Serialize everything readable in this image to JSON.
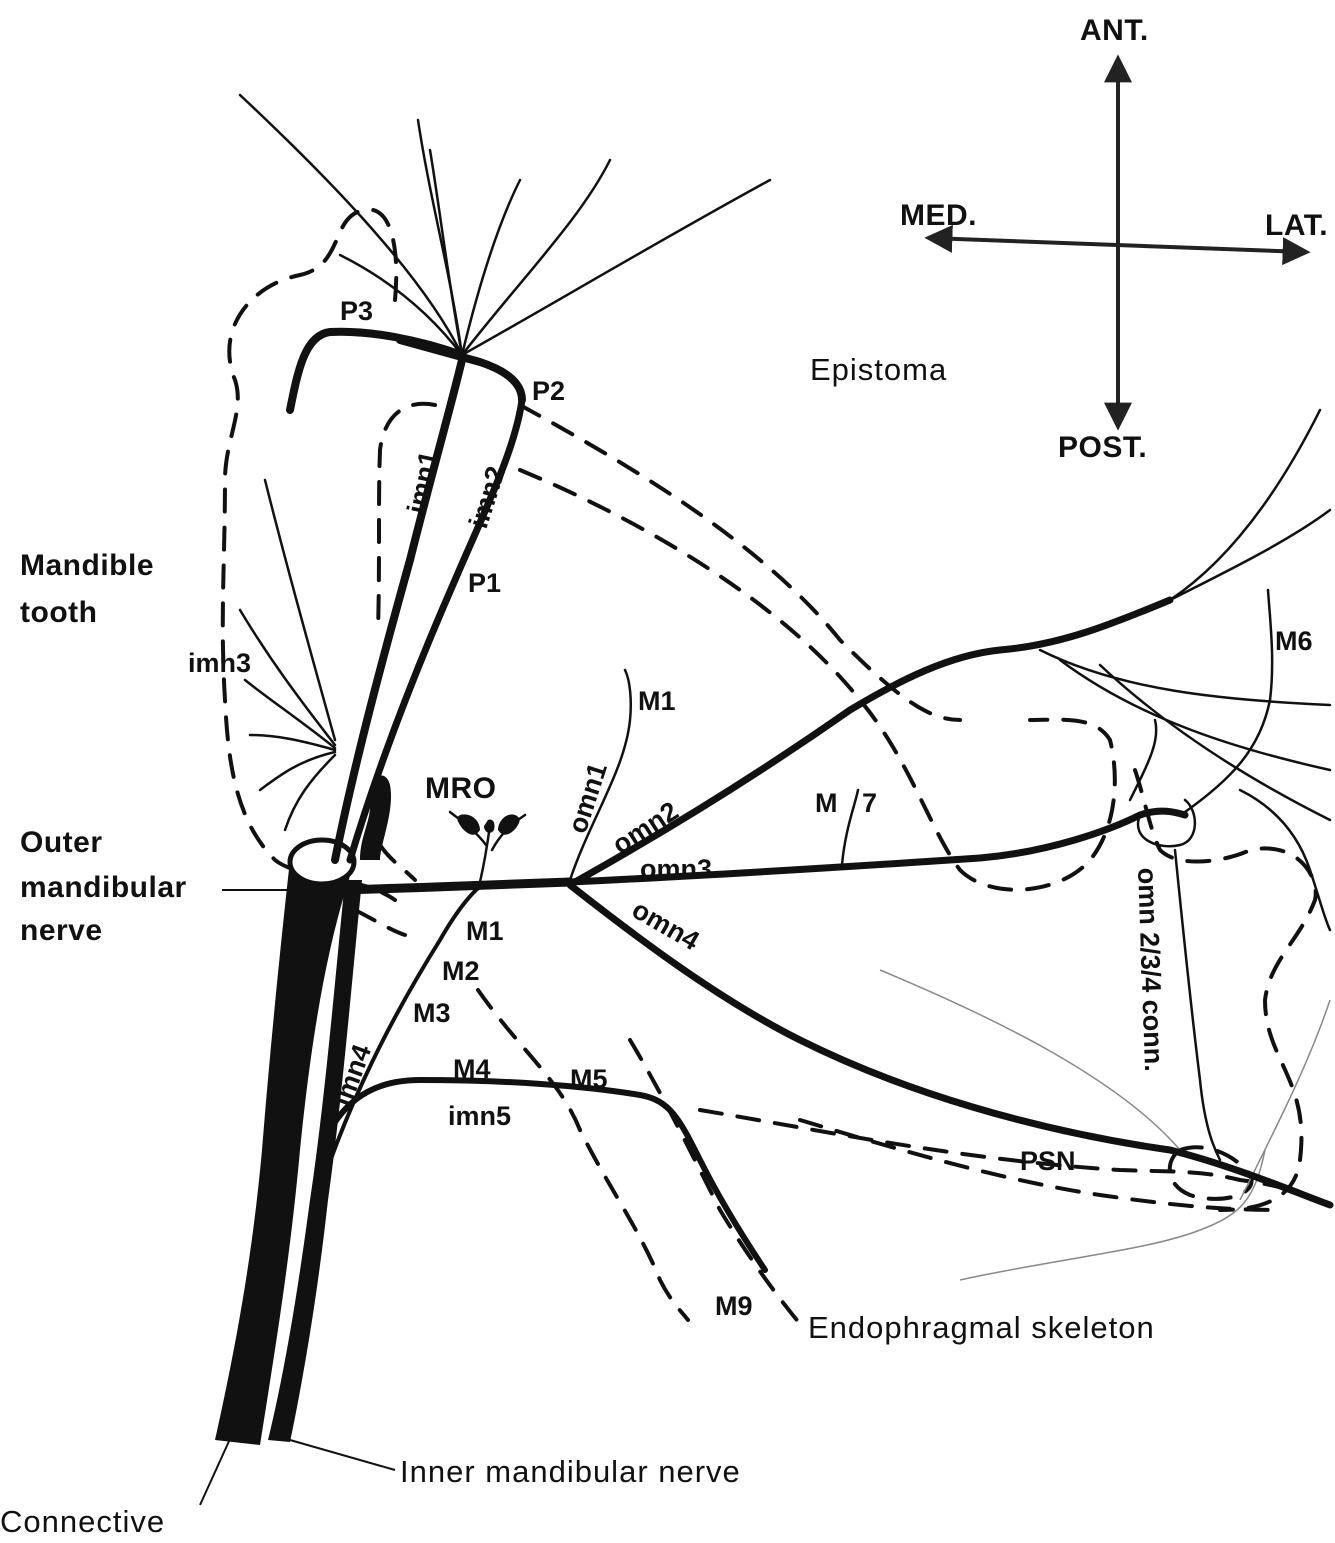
{
  "orientation": {
    "anterior": "ANT.",
    "posterior": "POST.",
    "medial": "MED.",
    "lateral": "LAT."
  },
  "regions": {
    "epistoma": "Epistoma",
    "mandible_tooth_line1": "Mandible",
    "mandible_tooth_line2": "tooth",
    "endophragmal_skeleton": "Endophragmal skeleton"
  },
  "nerves": {
    "outer_mandibular_line1": "Outer",
    "outer_mandibular_line2": "mandibular",
    "outer_mandibular_line3": "nerve",
    "inner_mandibular": "Inner mandibular nerve",
    "connective": "Connective",
    "psn": "PSN",
    "mro": "MRO",
    "omn1": "omn1",
    "omn2": "omn2",
    "omn3": "omn3",
    "omn4": "omn4",
    "omn_conn": "omn 2/3/4 conn.",
    "imn1": "imn1",
    "imn2": "imn2",
    "imn3": "imn3",
    "imn4": "imn4",
    "imn5": "imn5"
  },
  "muscles": {
    "p1": "P1",
    "p2": "P2",
    "p3": "P3",
    "m1_upper": "M1",
    "m1_lower": "M1",
    "m2": "M2",
    "m3": "M3",
    "m4": "M4",
    "m5": "M5",
    "m6": "M6",
    "m7": "M",
    "m7_num": "7",
    "m9": "M9"
  }
}
